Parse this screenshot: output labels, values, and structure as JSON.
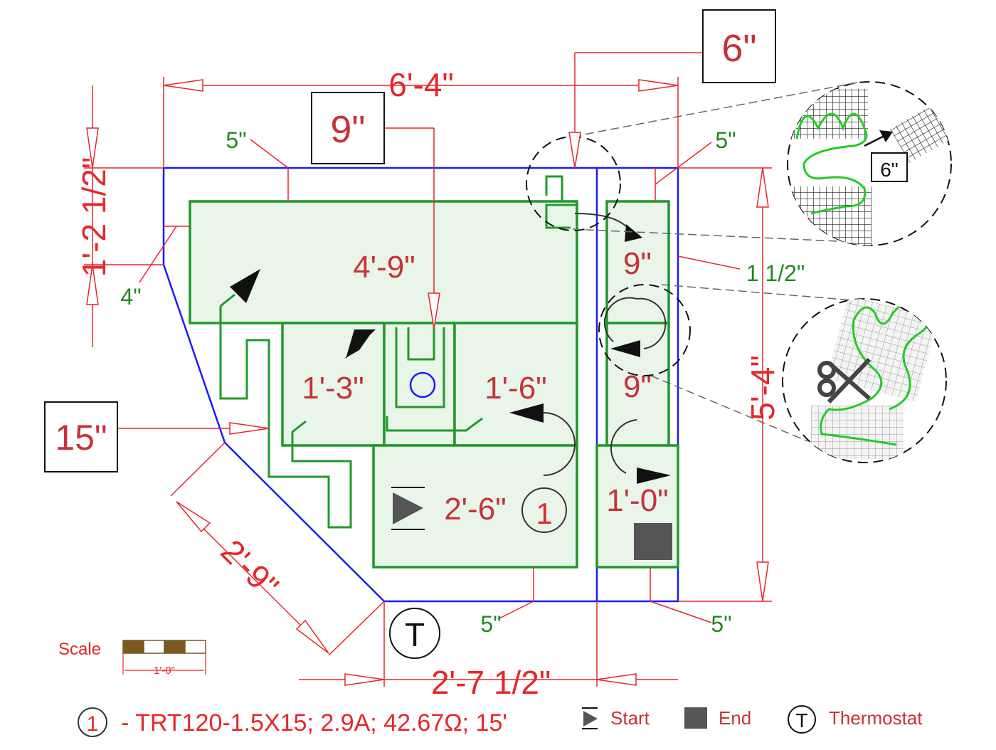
{
  "colors": {
    "wall": "#1a1aff",
    "mat_stroke": "#1f9a2a",
    "mat_fill": "#eaf5ea",
    "cable": "#22aa22",
    "dim_line": "#e8262a",
    "dim_text_red": "#e8262a",
    "dim_text_green": "#1f8a1f",
    "room_label": "#c8323a",
    "end_marker": "#555555",
    "scale_fill": "#7a5a20"
  },
  "dimensions": {
    "overall_width": "6'-4\"",
    "left_height": "1'-2 1/2\"",
    "right_height": "5'-4\"",
    "diagonal": "2'-9\"",
    "bottom_width": "2'-7 1/2\"",
    "top_gap": "5\"",
    "right_top_gap": "5\"",
    "left_gap": "4\"",
    "side_gap": "1 1/2\"",
    "bottom_gap_left": "5\"",
    "bottom_gap_right": "5\""
  },
  "callouts": {
    "six_inch": "6\"",
    "nine_inch": "9\"",
    "fifteen_inch": "15\""
  },
  "mats": {
    "m1": "4'-9\"",
    "m2": "1'-3\"",
    "m3": "1'-6\"",
    "m4": "2'-6\"",
    "m5": "9\"",
    "m6": "9\"",
    "m7": "1'-0\""
  },
  "circuit_number": "1",
  "detail_6in_label": "6\"",
  "scale": {
    "label": "Scale",
    "length": "1'-0\""
  },
  "legend": {
    "circuit_number": "1",
    "circuit_spec": "- TRT120-1.5X15; 2.9A; 42.67Ω; 15'",
    "start_label": "Start",
    "end_label": "End",
    "thermostat_symbol": "T",
    "thermostat_label": "Thermostat"
  },
  "thermostat_symbol": "T"
}
